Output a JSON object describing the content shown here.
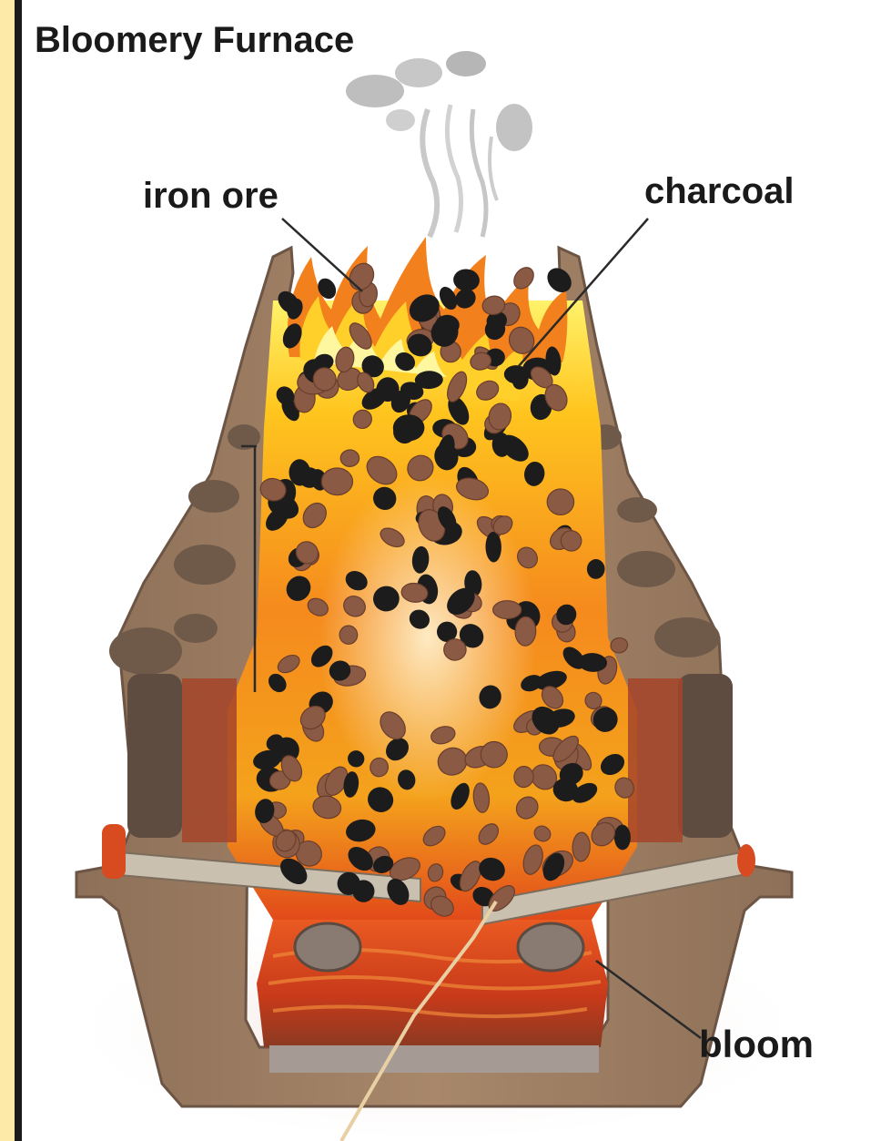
{
  "title": "Bloomery Furnace",
  "labels": {
    "iron_ore": "iron ore",
    "charcoal": "charcoal",
    "bloom": "bloom"
  },
  "colors": {
    "background_frame": "#fde9a8",
    "furnace_wall": "#9a7a5e",
    "iron_ore": "#8a5a44",
    "charcoal": "#1c1c1c",
    "fire_yellow": "#ffd22a",
    "fire_orange": "#f07a1e",
    "smoke": "#a8a8a8"
  }
}
